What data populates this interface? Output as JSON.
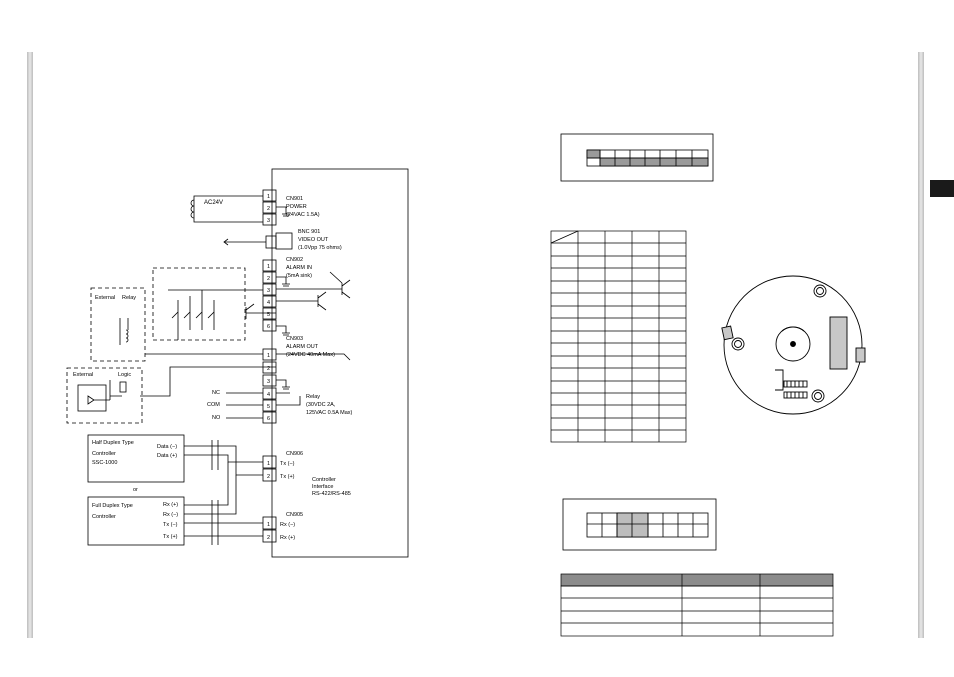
{
  "wiring": {
    "ac24v": "AC24V",
    "cn901": {
      "name": "CN901",
      "line1": "POWER",
      "line2": "(24VAC 1.5A)"
    },
    "bnc901": {
      "name": "BNC 901",
      "line1": "VIDEO OUT",
      "line2": "(1.0Vpp 75 ohms)"
    },
    "cn902": {
      "name": "CN902",
      "line1": "ALARM  IN",
      "line2": "(5mA sink)"
    },
    "cn903": {
      "name": "CN903",
      "line1": "ALARM OUT",
      "line2": "(24VDC 40mA Max)"
    },
    "relay": {
      "name": "Relay",
      "line1": "(30VDC 2A,",
      "line2": "125VAC 0.5A Max)"
    },
    "nc": "NC",
    "com": "COM",
    "no": "NO",
    "cn906": "CN906",
    "tx_minus": "Tx (−)",
    "tx_plus": "Tx (+)",
    "controller_interface": {
      "line1": "Controller",
      "line2": "Interface",
      "line3": "RS-422/RS-485"
    },
    "cn905": "CN905",
    "rx_minus": "Rx (−)",
    "rx_plus": "Rx (+)",
    "external_relay": {
      "left": "External",
      "right": "Relay"
    },
    "external_logic": {
      "left": "External",
      "right": "Logic"
    },
    "half_duplex": {
      "line1": "Half Duplex Type",
      "line2": "Controller",
      "line3": "SSC-1000",
      "data_minus": "Data (−)",
      "data_plus": "Data (+)"
    },
    "or": "or",
    "full_duplex": {
      "line1": "Full Duplex Type",
      "line2": "Controller",
      "rx_plus": "Rx (+)",
      "rx_minus": "Rx (−)",
      "tx_minus": "Tx (−)",
      "tx_plus": "Tx (+)"
    },
    "pins": [
      "1",
      "2",
      "3",
      "1",
      "2",
      "3",
      "4",
      "5",
      "6",
      "1",
      "2",
      "3",
      "4",
      "5",
      "6",
      "1",
      "2",
      "1",
      "2"
    ]
  }
}
